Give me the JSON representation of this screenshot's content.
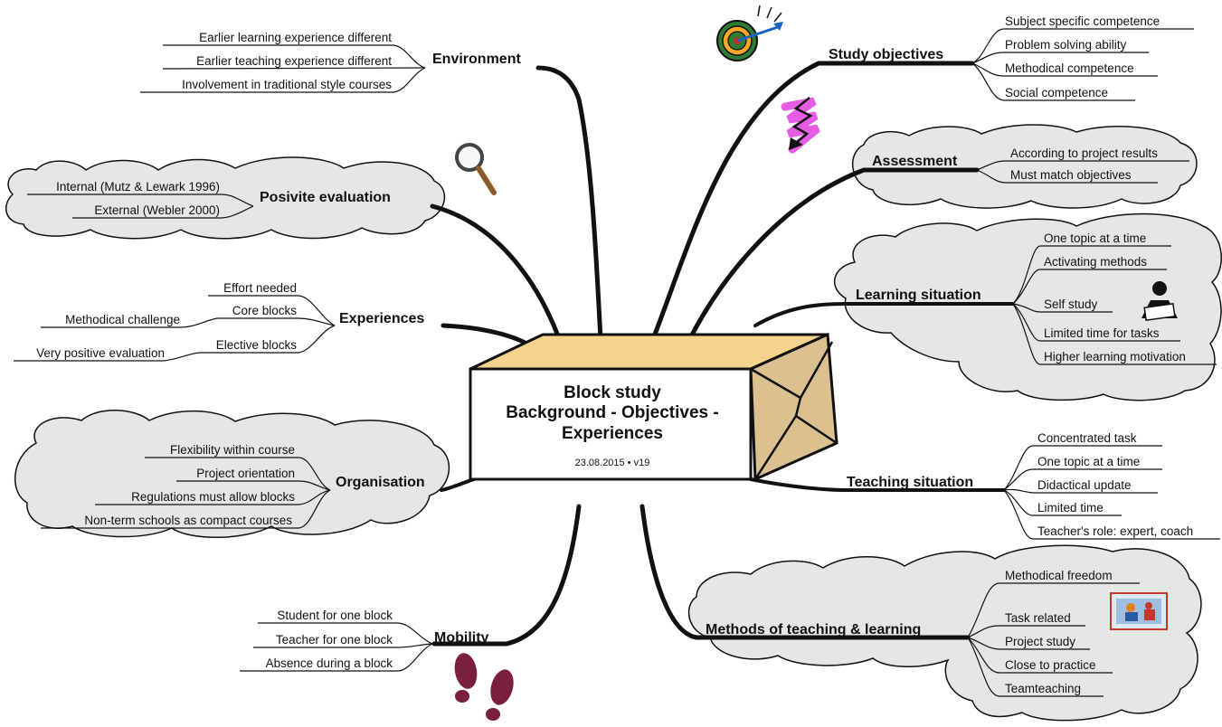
{
  "center": {
    "lines": [
      "Block study",
      "Background - Objectives -",
      "Experiences"
    ],
    "date": "23.08.2015 • v19"
  },
  "branches": {
    "environment": {
      "title": "Environment",
      "items": [
        "Earlier learning experience different",
        "Earlier teaching experience different",
        "Involvement in traditional style courses"
      ]
    },
    "positive_evaluation": {
      "title": "Posivite evaluation",
      "items": [
        "Internal (Mutz & Lewark 1996)",
        "External (Webler 2000)"
      ]
    },
    "experiences": {
      "title": "Experiences",
      "items": [
        "Effort needed",
        "Core blocks",
        "Elective blocks"
      ],
      "sub_items": {
        "core_blocks": "Methodical challenge",
        "elective_blocks": "Very positive evaluation"
      }
    },
    "organisation": {
      "title": "Organisation",
      "items": [
        "Flexibility within course",
        "Project orientation",
        "Regulations must allow blocks",
        "Non-term schools as compact courses"
      ]
    },
    "mobility": {
      "title": "Mobility",
      "items": [
        "Student for one block",
        "Teacher for one block",
        "Absence during a block"
      ]
    },
    "study_objectives": {
      "title": "Study objectives",
      "items": [
        "Subject specific competence",
        "Problem solving ability",
        "Methodical competence",
        "Social competence"
      ]
    },
    "assessment": {
      "title": "Assessment",
      "items": [
        "According to project results",
        "Must match objectives"
      ]
    },
    "learning_situation": {
      "title": "Learning situation",
      "items": [
        "One topic at a time",
        "Activating methods",
        "Self study",
        "Limited time for tasks",
        "Higher learning motivation"
      ]
    },
    "teaching_situation": {
      "title": "Teaching situation",
      "items": [
        "Concentrated task",
        "One topic at a time",
        "Didactical update",
        "Limited time",
        "Teacher's role: expert, coach"
      ]
    },
    "methods": {
      "title": "Methods of teaching & learning",
      "items": [
        "Methodical freedom",
        "Task related",
        "Project study",
        "Close to practice",
        "Teamteaching"
      ]
    }
  },
  "colors": {
    "cloud_fill": "#e6e6e6",
    "box_top": "#f5d38e",
    "box_side": "#dcc190",
    "line": "#111111",
    "footprints": "#7a1f3d",
    "highlight": "#e040e0"
  },
  "icons": [
    "target-dart-icon",
    "magnifier-icon",
    "zigzag-arrow-icon",
    "reading-person-icon",
    "teamwork-picture-icon",
    "footprints-icon"
  ]
}
